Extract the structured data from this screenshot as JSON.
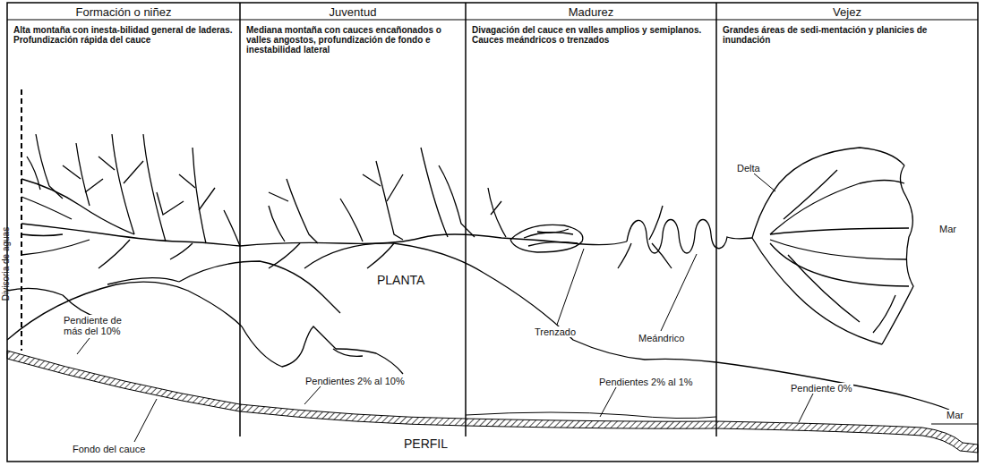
{
  "diagram": {
    "nodes": [
      {
        "text": [
          "Formación o niñez",
          "Alta montaña con inesta-bilidad general de laderas. Profundización rápida del cauce"
        ]
      },
      {
        "text": [
          "Juventud",
          "Mediana montaña con cauces encañonados o valles angostos, profundización de fondo e inestabilidad lateral"
        ]
      },
      {
        "text": [
          "Madurez",
          "Divagación del cauce en valles amplios y semiplanos. Cauces meándricos o trenzados"
        ]
      },
      {
        "text": [
          "Vejez",
          "Grandes áreas de sedi-mentación y planicies de inundación"
        ]
      }
    ],
    "labels": [
      "Divisoria de aguas",
      "Delta",
      "Mar",
      "PLANTA",
      "Trenzado",
      "Meándrico",
      "Pendiente de más del 10%",
      "Pendientes 2% al 10%",
      "Pendientes 2% al 1%",
      "Pendiente 0%",
      "Mar",
      "Fondo del cauce",
      "PERFIL"
    ]
  }
}
